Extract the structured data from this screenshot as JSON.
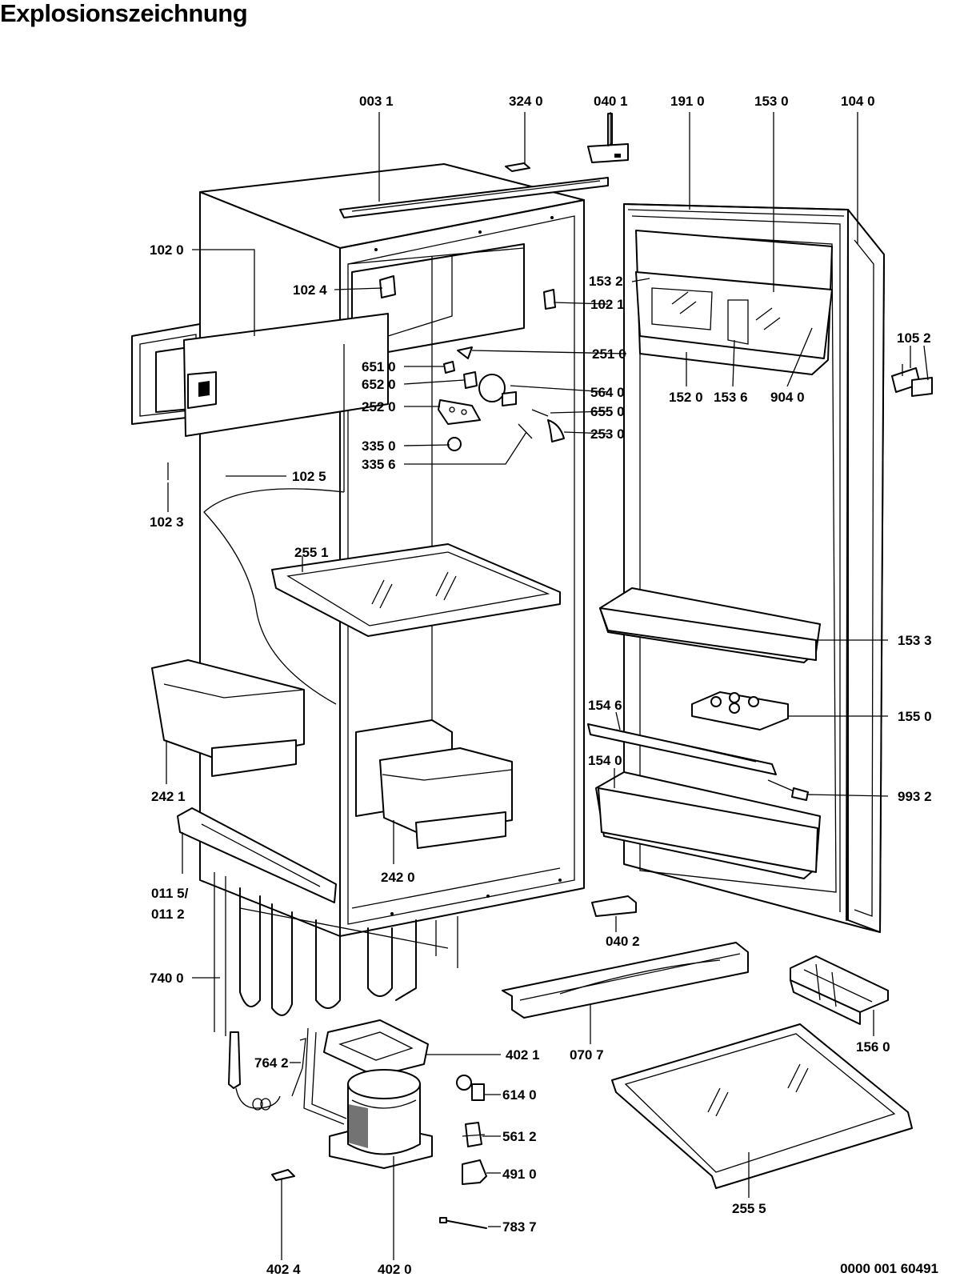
{
  "title": "Explosionszeichnung",
  "document_number": "0000 001 60491",
  "parts": {
    "p0031": "003 1",
    "p3240": "324 0",
    "p0401": "040 1",
    "p1910": "191 0",
    "p1530": "153 0",
    "p1040": "104 0",
    "p1020": "102 0",
    "p1024": "102 4",
    "p1021": "102 1",
    "p1532": "153 2",
    "p1052": "105 2",
    "p2510": "251 0",
    "p6510": "651 0",
    "p6520": "652 0",
    "p5640": "564 0",
    "p2520": "252 0",
    "p6550": "655 0",
    "p2530": "253 0",
    "p3350": "335 0",
    "p3356": "335 6",
    "p1520": "152 0",
    "p1536": "153 6",
    "p9040": "904 0",
    "p1025": "102 5",
    "p1023": "102 3",
    "p2551": "255 1",
    "p1533": "153 3",
    "p1546": "154 6",
    "p1550": "155 0",
    "p1540": "154 0",
    "p9932": "993 2",
    "p2421": "242 1",
    "p2420": "242 0",
    "p0115": "011 5/",
    "p0112": "011 2",
    "p0402": "040 2",
    "p7400": "740 0",
    "p7642": "764 2",
    "p4021": "402 1",
    "p0707": "070 7",
    "p1560": "156 0",
    "p6140": "614 0",
    "p5612": "561 2",
    "p4910": "491 0",
    "p7837": "783 7",
    "p2555": "255 5",
    "p4024": "402 4",
    "p4020": "402 0"
  }
}
